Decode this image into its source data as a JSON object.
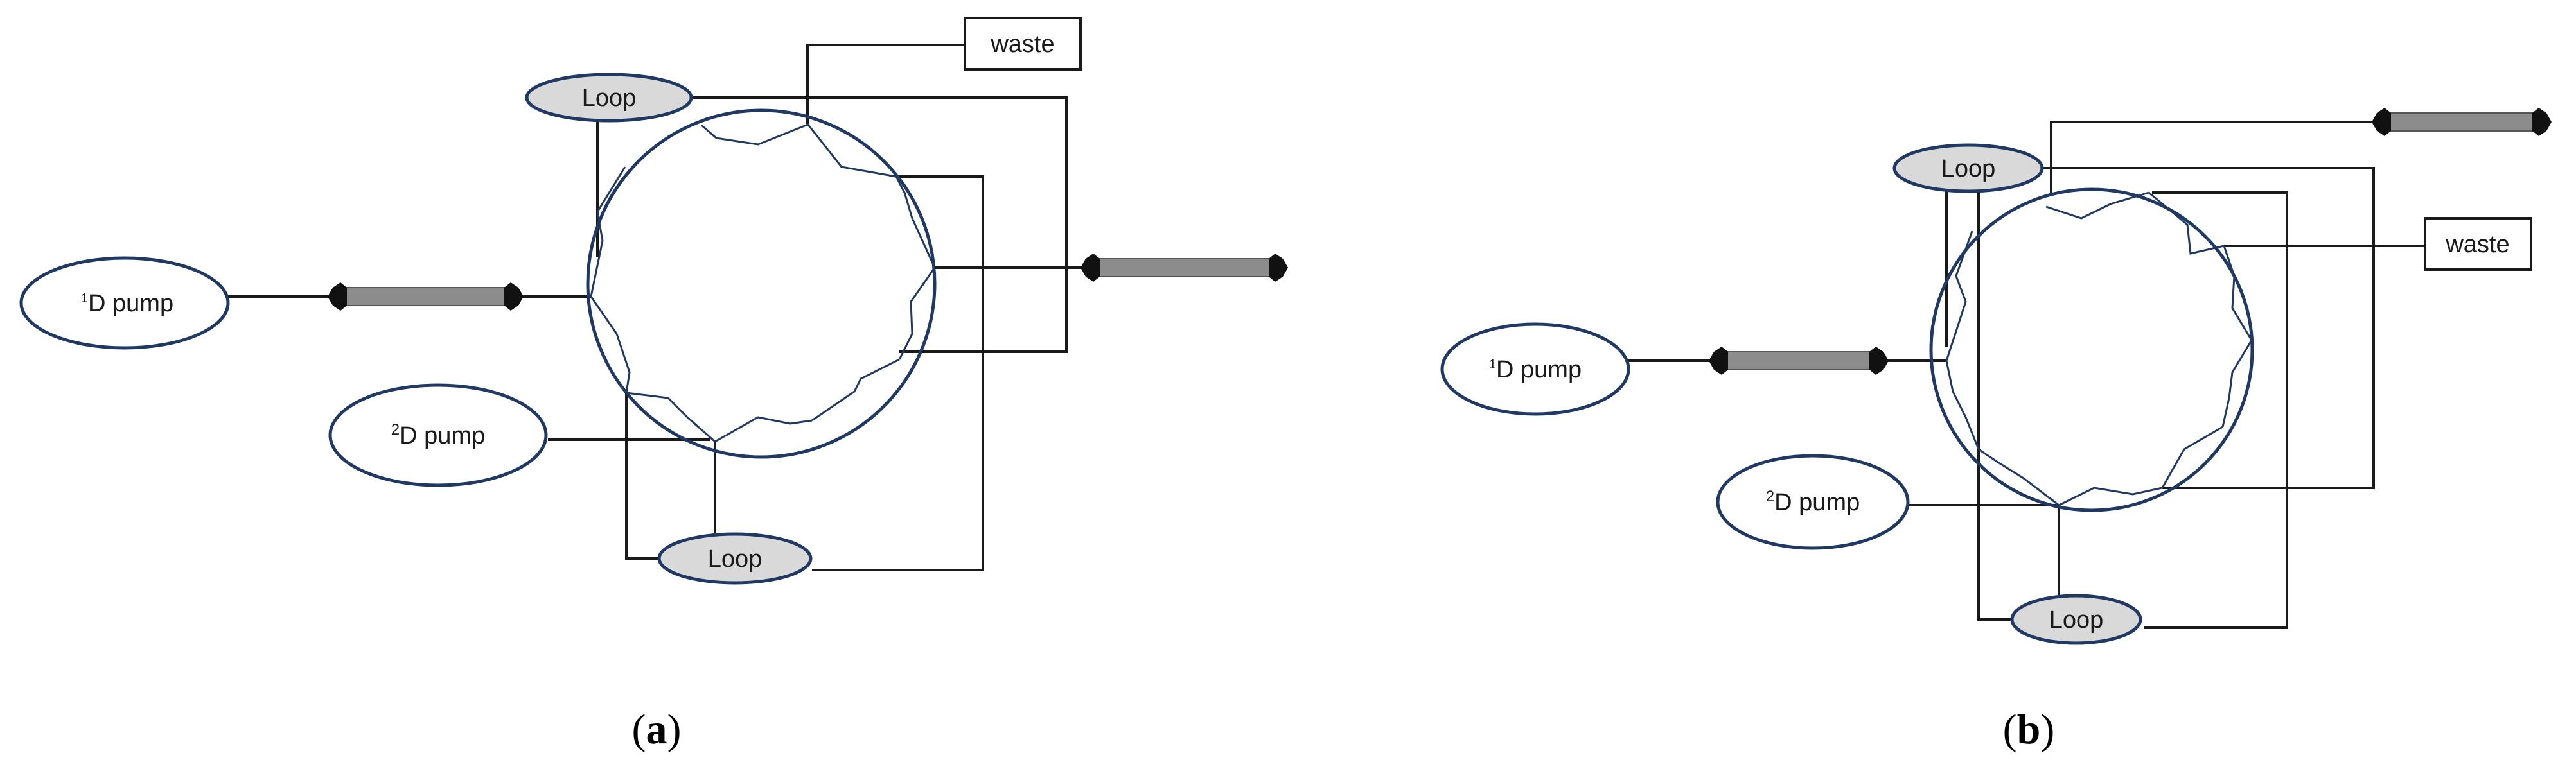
{
  "panels": [
    {
      "id": "a",
      "caption_open": "(",
      "caption_letter": "a",
      "caption_close": ")",
      "pump1": {
        "sup": "1",
        "text": "D pump"
      },
      "pump2": {
        "sup": "2",
        "text": "D pump"
      },
      "loop_top": "Loop",
      "loop_bottom": "Loop",
      "waste": "waste"
    },
    {
      "id": "b",
      "caption_open": "(",
      "caption_letter": "b",
      "caption_close": ")",
      "pump1": {
        "sup": "1",
        "text": "D pump"
      },
      "pump2": {
        "sup": "2",
        "text": "D pump"
      },
      "loop_top": "Loop",
      "loop_bottom": "Loop",
      "waste": "waste"
    }
  ],
  "colors": {
    "outline": "#1f3864",
    "line": "#1a1a1a",
    "loop_fill": "#d9d9d9",
    "column": "#8c8c8c"
  }
}
